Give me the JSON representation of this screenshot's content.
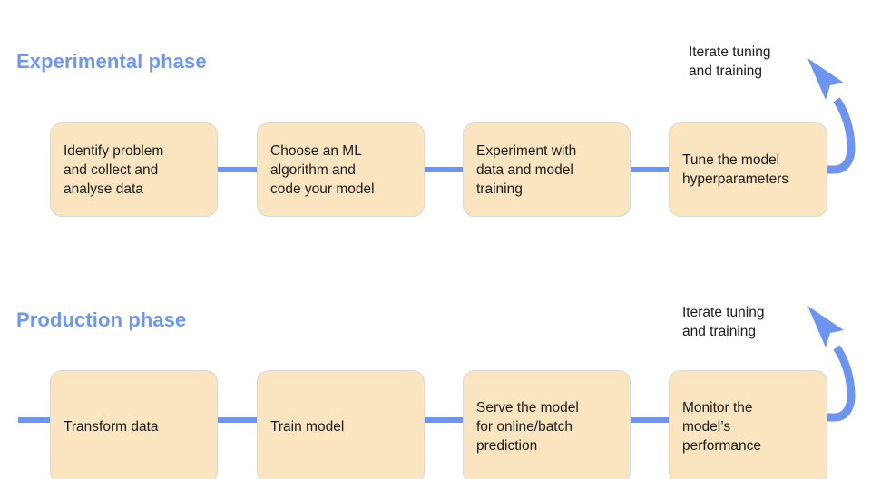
{
  "diagram": {
    "title_experimental": "Experimental phase",
    "title_production": "Production phase",
    "accent_color": "#6d96f5",
    "node_fill_color": "#fbe5c0",
    "node_border_color": "#d8d8d8",
    "connector_color": "#6d95ef",
    "text_color": "#1b1b1b",
    "background_color": "#ffffff"
  },
  "experimental_phase": {
    "heading": "Experimental phase",
    "steps": [
      {
        "label": "Identify problem\nand collect and\nanalyse data"
      },
      {
        "label": "Choose an ML\nalgorithm and\ncode your model"
      },
      {
        "label": "Experiment with\ndata and model\ntraining"
      },
      {
        "label": "Tune the model\nhyperparameters"
      }
    ],
    "loop": {
      "label": "Iterate tuning\nand training",
      "icon": "curved-loop-arrow-icon"
    }
  },
  "production_phase": {
    "heading": "Production phase",
    "steps": [
      {
        "label": "Transform data"
      },
      {
        "label": "Train model"
      },
      {
        "label": "Serve the model\nfor online/batch\nprediction"
      },
      {
        "label": "Monitor the\nmodel’s\nperformance"
      }
    ],
    "loop": {
      "label": "Iterate tuning\nand training",
      "icon": "curved-loop-arrow-icon"
    }
  }
}
